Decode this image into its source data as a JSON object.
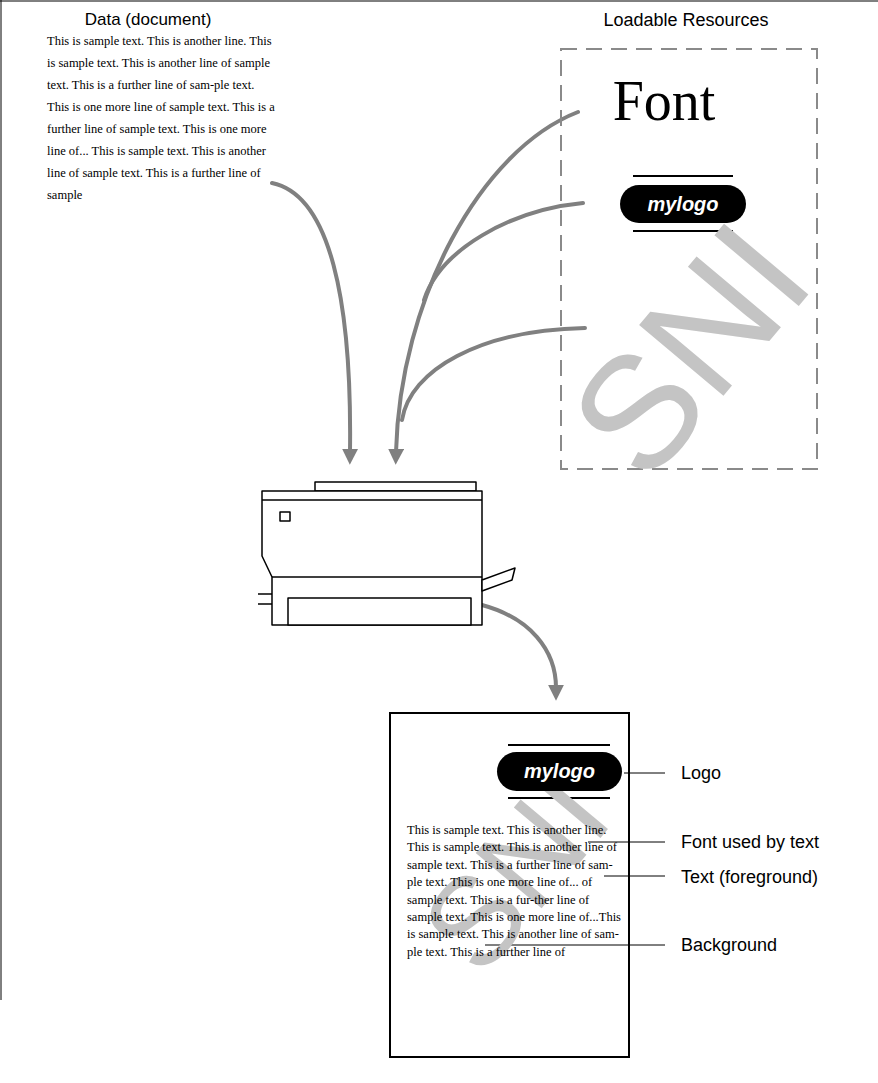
{
  "diagram": {
    "nodes": [
      {
        "text": [
          "Loadable Resources",
          "Font",
          "SNI"
        ]
      },
      {
        "text": [
          "mylogo"
        ],
        "in": 0
      },
      {
        "text": [
          "This is sample text. This is another line. This is sample text. This is another line of sample text. This is a further line of sam-ple text. This is one more line of... of sample text. This is a fur-ther line of sample text. This is one more line of...This is sample text. This is another line of sam-ple text. This is a further line of",
          "SNI"
        ]
      },
      {
        "text": [
          "mylogo"
        ],
        "in": 2
      }
    ],
    "labels": [
      "Data (document)",
      "This is sample text. This is another line. This is sample text. This is another line of sample text. This is a further line of sam-ple text. This is one more line of sample text. This is a further line of sample text. This is one more line of... This is sample text. This is another line of sample text. This is a further line of sample",
      "Logo",
      "Font used by text",
      "Text (foreground)",
      "Background"
    ]
  }
}
